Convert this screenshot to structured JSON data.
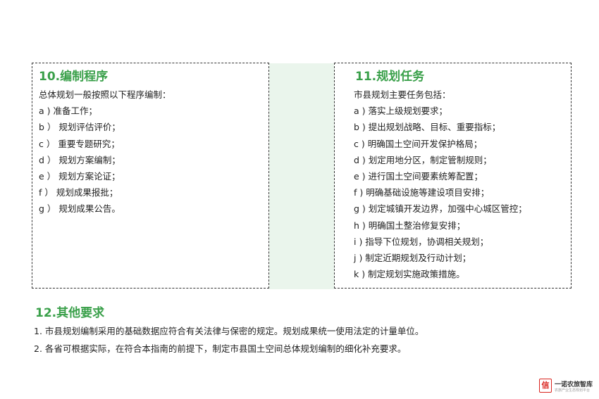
{
  "left_panel": {
    "title": "10.编制程序",
    "intro": "总体规划一般按照以下程序编制：",
    "items": [
      "a ) 准备工作；",
      "b ） 规划评估评价；",
      "c ） 重要专题研究；",
      "d ） 规划方案编制；",
      "e ） 规划方案论证；",
      "f ） 规划成果报批；",
      "g ） 规划成果公告。"
    ]
  },
  "right_panel": {
    "title": "11.规划任务",
    "intro": "市县规划主要任务包括：",
    "items": [
      "a ) 落实上级规划要求；",
      "b ) 提出规划战略、目标、重要指标；",
      "c ) 明确国土空间开发保护格局；",
      "d ) 划定用地分区，制定管制规则；",
      "e ) 进行国土空间要素统筹配置；",
      "f ) 明确基础设施等建设项目安排；",
      "g ) 划定城镇开发边界，加强中心城区管控；",
      "h ) 明确国土整治修复安排；",
      "i ) 指导下位规划，协调相关规划；",
      "j ) 制定近期规划及行动计划；",
      "k ) 制定规划实施政策措施。"
    ]
  },
  "other_requirements": {
    "title": "12.其他要求",
    "items": [
      "1. 市县规划编制采用的基础数据应符合有关法律与保密的规定。规划成果统一使用法定的计量单位。",
      "2. 各省可根据实际，在符合本指南的前提下，制定市县国土空间总体规划编制的细化补充要求。"
    ]
  },
  "logo": {
    "mark": "信",
    "name": "一诺农旅智库",
    "tagline": "农旅产业生态规划平台",
    "color": "#d9231d"
  },
  "colors": {
    "accent_green": "#3aa04a",
    "band_green": "#eaf5ec",
    "border": "#333333"
  }
}
